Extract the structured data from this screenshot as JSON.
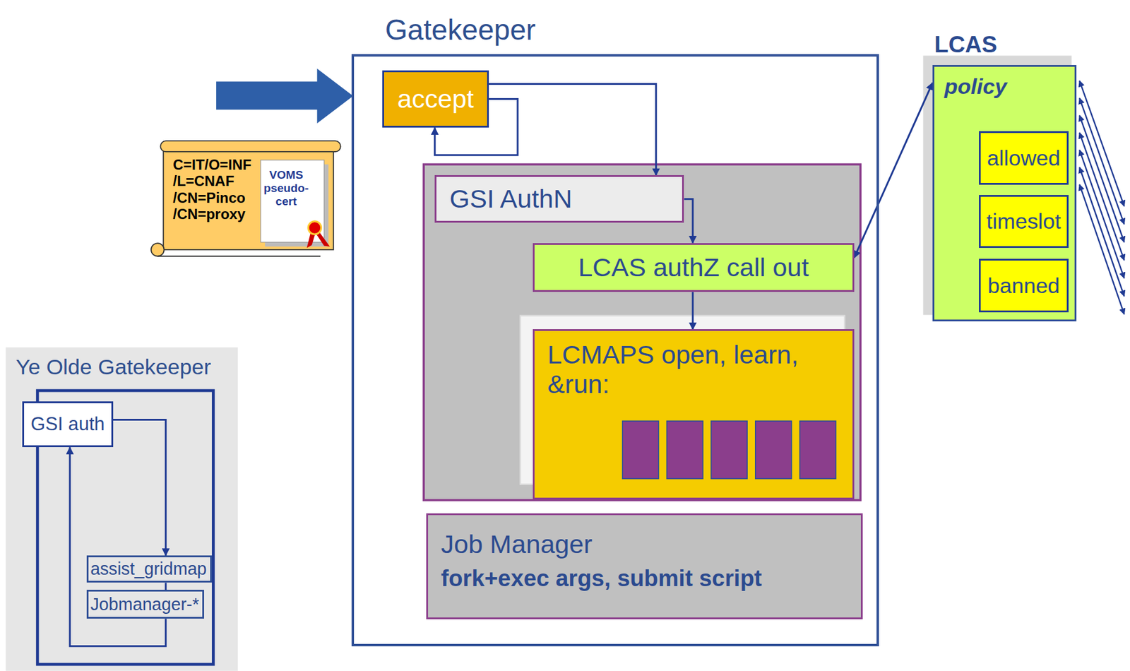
{
  "diagram": {
    "nodes": [
      {
        "text": [
          "Gatekeeper"
        ]
      },
      {
        "text": [
          "accept"
        ],
        "in": 0
      },
      {
        "text": [
          "GSI AuthN"
        ],
        "in": 0
      },
      {
        "text": [
          "LCAS authZ call out"
        ],
        "in": 0
      },
      {
        "text": [
          "LCMAPS open, learn, &run:"
        ],
        "in": 0
      },
      {
        "text": [
          "Job Manager",
          "fork+exec args, submit script"
        ],
        "in": 0
      },
      {
        "text": [
          "LCAS",
          "policy"
        ]
      },
      {
        "text": [
          "allowed"
        ],
        "in": 6
      },
      {
        "text": [
          "timeslot"
        ],
        "in": 6
      },
      {
        "text": [
          "banned"
        ],
        "in": 6
      },
      {
        "text": [
          "Ye Olde Gatekeeper"
        ]
      },
      {
        "text": [
          "GSI auth"
        ],
        "in": 10
      },
      {
        "text": [
          "assist_gridmap"
        ],
        "in": 10
      },
      {
        "text": [
          "Jobmanager-*"
        ],
        "in": 10
      },
      {
        "text": [
          "C=IT/O=INF /L=CNAF /CN=Pinco /CN=proxy"
        ]
      },
      {
        "text": [
          "VOMS pseudo-cert"
        ],
        "in": 14
      }
    ],
    "edges": [
      {
        "from": 1,
        "to": 2,
        "arrow": "to"
      },
      {
        "from": 1,
        "to": 1,
        "arrow": "to"
      },
      {
        "from": 2,
        "to": 3,
        "arrow": "to"
      },
      {
        "from": 3,
        "to": 4,
        "arrow": "to"
      },
      {
        "from": 3,
        "to": 6,
        "arrow": "both"
      },
      {
        "from": 11,
        "to": 12,
        "arrow": "to"
      },
      {
        "from": 12,
        "to": 13,
        "arrow": "none"
      },
      {
        "from": 13,
        "to": 11,
        "arrow": "to"
      }
    ]
  }
}
